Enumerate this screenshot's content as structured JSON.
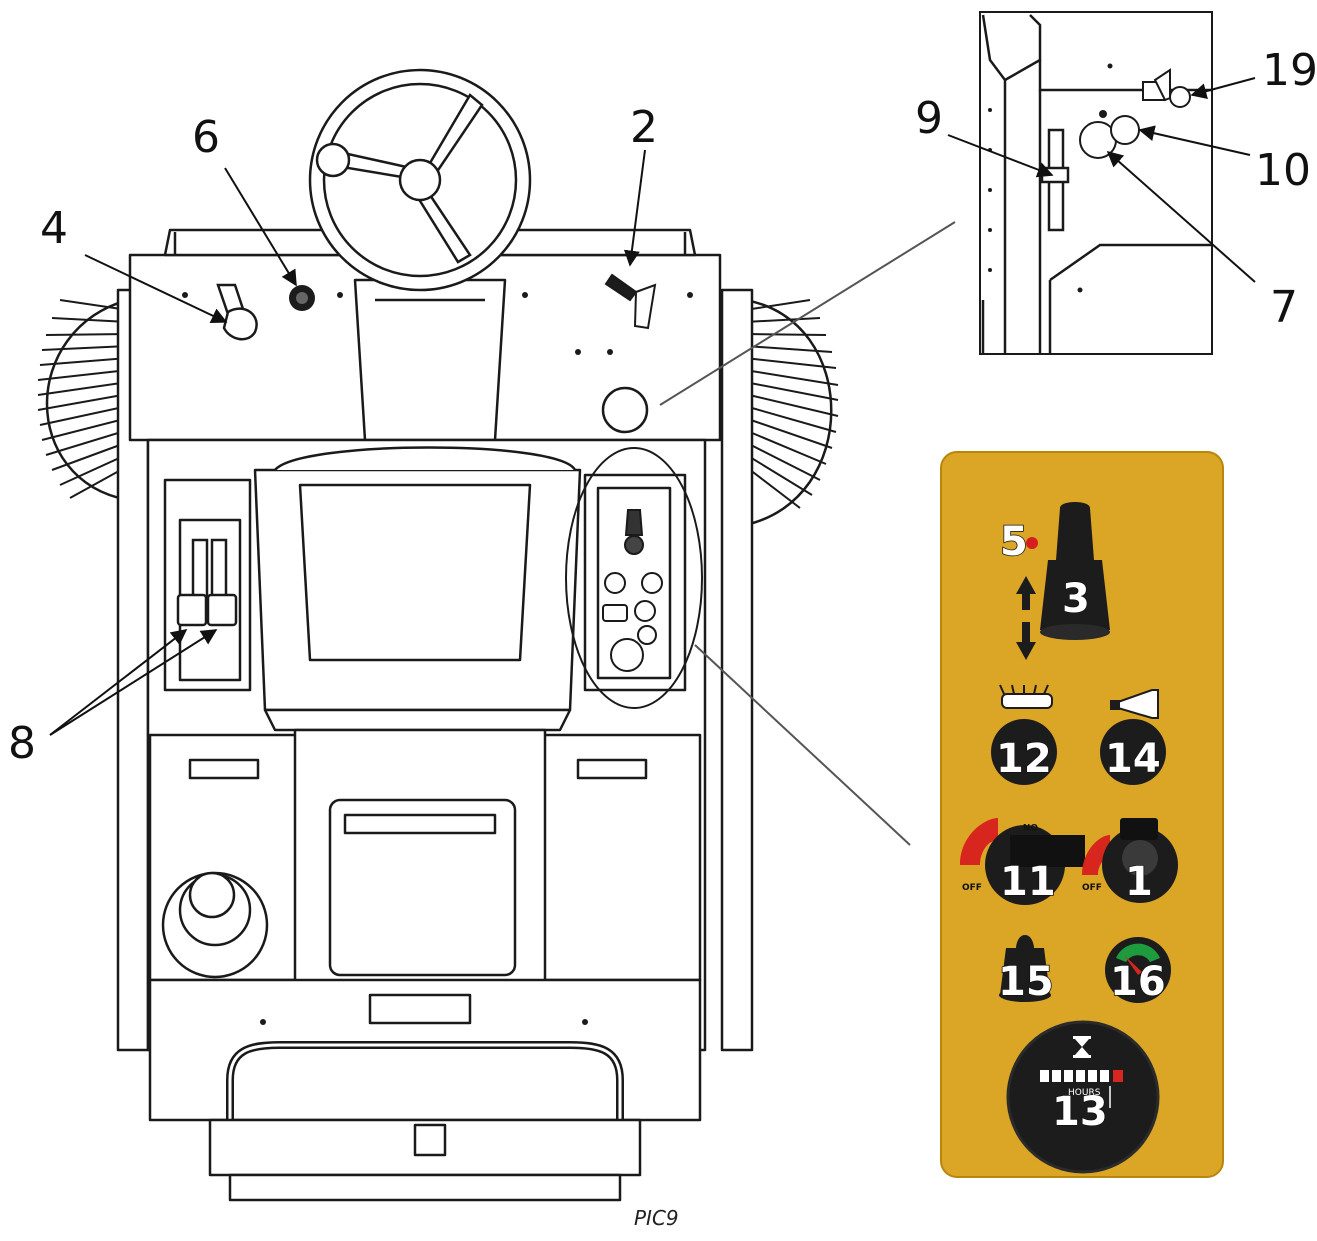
{
  "figure": {
    "caption": "PIC9",
    "colors": {
      "line": "#1a1a1a",
      "panel_bg": "#dba526",
      "panel_border": "#b8860b",
      "knob": "#1c1c1c",
      "indicator_red": "#d51f1f",
      "switch_red": "#d7261e",
      "gauge_green": "#1e9b3c"
    },
    "callouts": [
      {
        "id": "c4",
        "label": "4"
      },
      {
        "id": "c6",
        "label": "6"
      },
      {
        "id": "c2",
        "label": "2"
      },
      {
        "id": "c8",
        "label": "8"
      },
      {
        "id": "c9",
        "label": "9"
      },
      {
        "id": "c19",
        "label": "19"
      },
      {
        "id": "c10",
        "label": "10"
      },
      {
        "id": "c7",
        "label": "7"
      }
    ],
    "panel": {
      "labels": {
        "l5": "5",
        "l3": "3",
        "l12": "12",
        "l14": "14",
        "l11": "11",
        "l1": "1",
        "l15": "15",
        "l16": "16",
        "l13": "13"
      },
      "switch_text": {
        "on": "ON",
        "off_left": "OFF",
        "off_right": "OFF"
      },
      "meter_text": "HOURS",
      "icons": [
        "brush-icon",
        "horn-icon",
        "hourglass-icon",
        "battery-gauge-icon",
        "lamp-icon"
      ]
    }
  }
}
